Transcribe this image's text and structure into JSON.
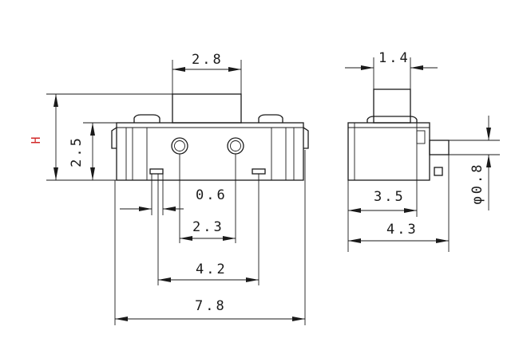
{
  "drawing": {
    "front_view": {
      "dim_top_width": "2.8",
      "dim_height_h": "H",
      "dim_height_body": "2.5",
      "dim_pin_width": "0.6",
      "dim_hole_pitch": "2.3",
      "dim_pin_pitch": "4.2",
      "dim_overall_width": "7.8"
    },
    "side_view": {
      "dim_top_width": "1.4",
      "dim_body_depth": "3.5",
      "dim_overall_depth": "4.3",
      "dim_pin_diameter": "φ0.8"
    },
    "colors": {
      "ink": "#1a1a1a",
      "h_label": "#d22828"
    }
  }
}
